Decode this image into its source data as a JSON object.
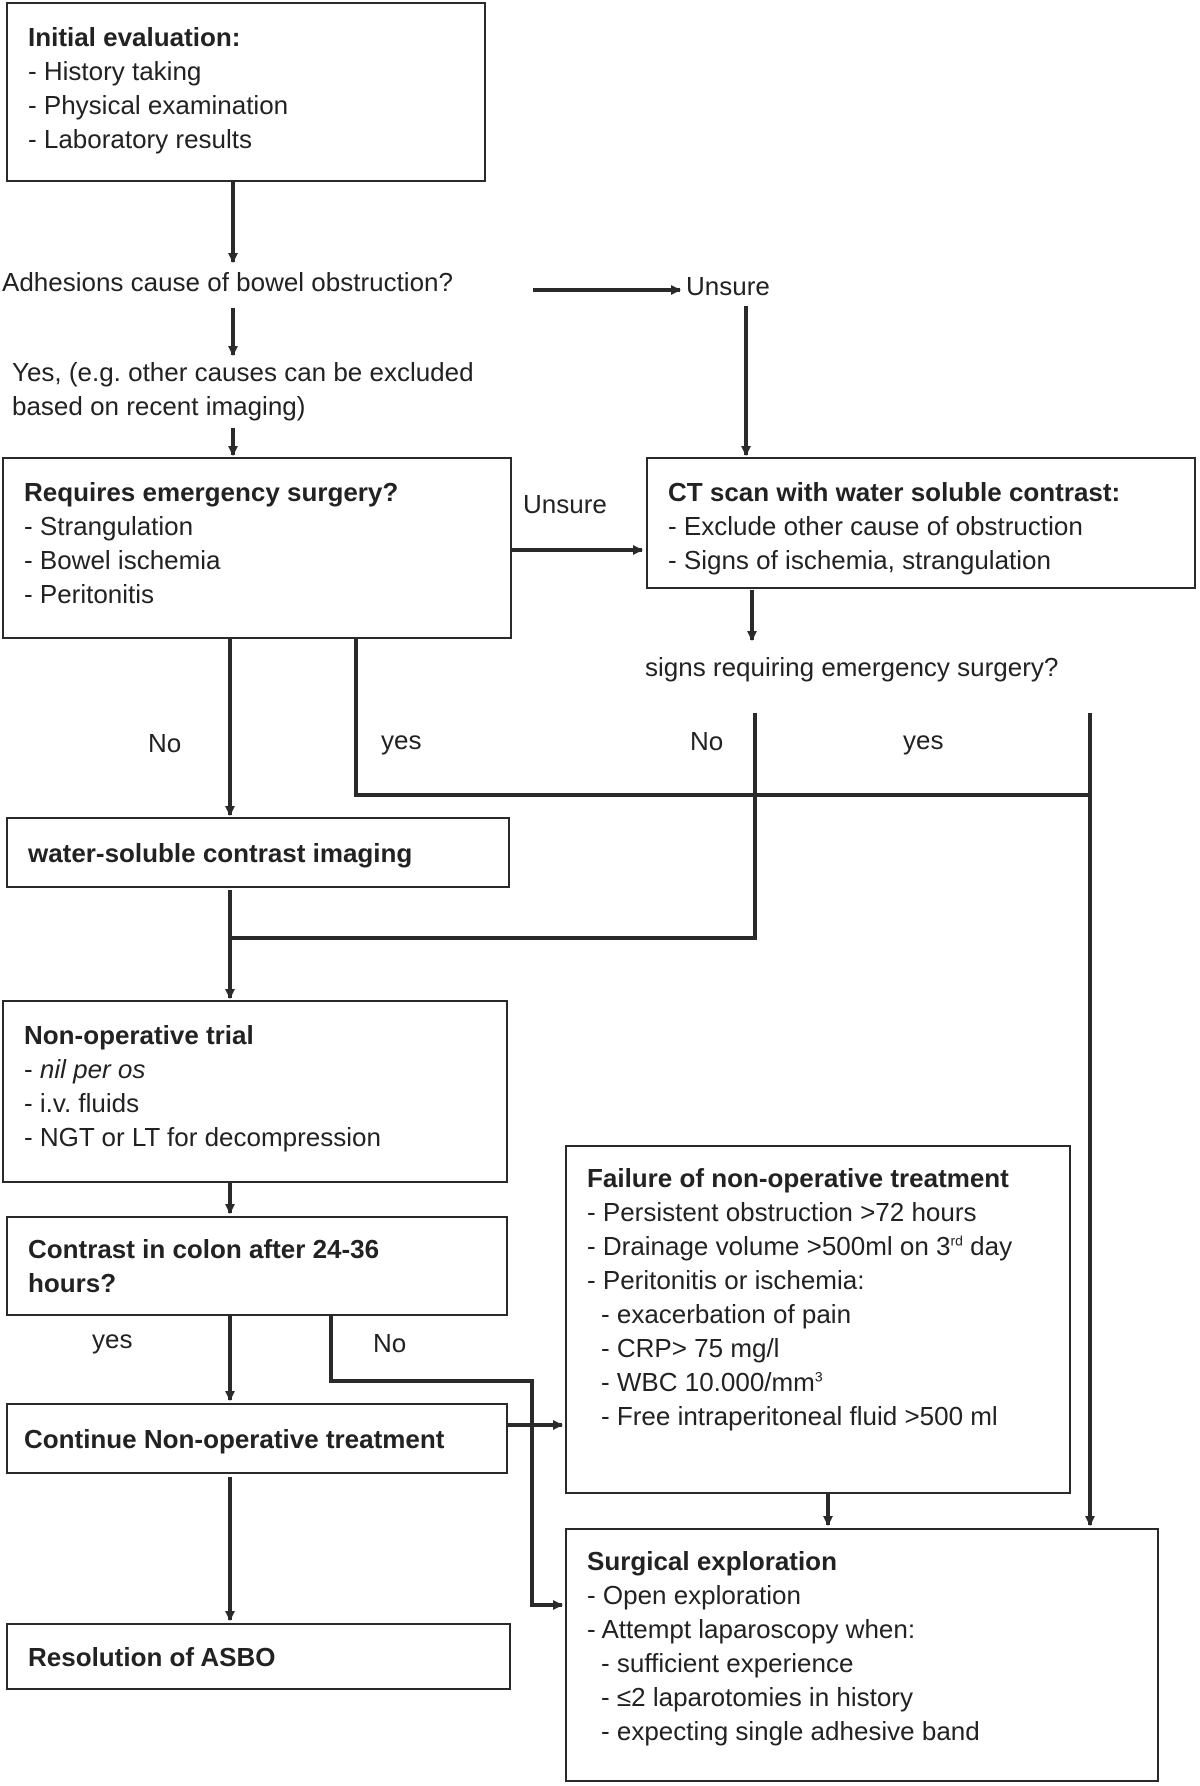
{
  "nodes": {
    "initial": {
      "title": "Initial evaluation:",
      "items": [
        "- History taking",
        "- Physical examination",
        "- Laboratory results"
      ]
    },
    "q_adhesions": "Adhesions cause of bowel obstruction?",
    "yes_note": [
      "Yes, (e.g. other causes can be excluded",
      "based on recent imaging)"
    ],
    "emergency": {
      "title": "Requires emergency surgery?",
      "items": [
        "- Strangulation",
        "- Bowel ischemia",
        "- Peritonitis"
      ]
    },
    "ct": {
      "title": "CT scan with water soluble contrast:",
      "items": [
        "- Exclude other cause of obstruction",
        "- Signs of ischemia, strangulation"
      ]
    },
    "signs_q": "signs requiring emergency surgery?",
    "wsci": "water-soluble contrast imaging",
    "trial": {
      "title": "Non-operative trial",
      "item1": "- ",
      "item1_it": "nil per os",
      "item2": "- i.v. fluids",
      "item3": "- NGT or LT for decompression"
    },
    "contrast": {
      "line1": "Contrast in colon after 24-36",
      "line2": "hours?"
    },
    "continue": "Continue Non-operative treatment",
    "resolution": "Resolution of ASBO",
    "failure": {
      "title": "Failure of non-operative treatment",
      "i1": "- Persistent obstruction >72 hours",
      "i2a": "- Drainage volume >500ml on 3",
      "i2sup": "rd",
      "i2b": " day",
      "i3": "- Peritonitis or ischemia:",
      "i4": "- exacerbation of pain",
      "i5": "- CRP> 75 mg/l",
      "i6a": "- WBC 10.000/mm",
      "i6sup": "3",
      "i7": "- Free intraperitoneal fluid >500 ml"
    },
    "surgical": {
      "title": "Surgical exploration",
      "items": [
        "- Open exploration",
        "- Attempt laparoscopy when:",
        "- sufficient experience",
        "- ≤2 laparotomies in history",
        "- expecting single adhesive band"
      ]
    }
  },
  "edge_labels": {
    "unsure_top": "Unsure",
    "unsure_mid": "Unsure",
    "no_left": "No",
    "yes_left": "yes",
    "no_right": "No",
    "yes_right": "yes",
    "yes_contrast": "yes",
    "no_contrast": "No"
  },
  "colors": {
    "stroke": "#2a2a2a",
    "text": "#222222"
  }
}
